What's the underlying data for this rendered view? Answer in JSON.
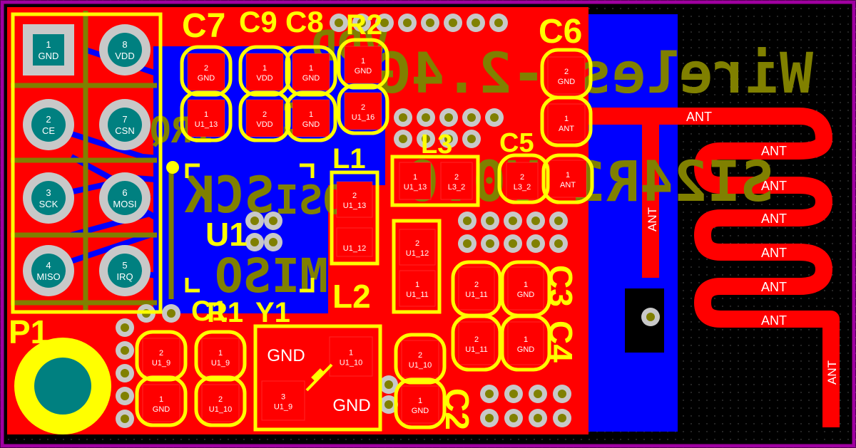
{
  "board_text": {
    "line1": "Wireless-2.4G",
    "line2": "SI24R1 V0.0",
    "ce": "CE",
    "sck": "SCK",
    "mosi": "MOSI",
    "miso": "MISO",
    "irq": "IRQ",
    "vdd": "VDD"
  },
  "designators": {
    "c7": "C7",
    "c9": "C9",
    "c8": "C8",
    "r2": "R2",
    "c6": "C6",
    "c5": "C5",
    "l3": "L3",
    "l1": "L1",
    "u1": "U1",
    "l2": "L2",
    "c3": "C3",
    "c4": "C4",
    "c1": "C1",
    "r1": "R1",
    "y1": "Y1",
    "c2": "C2",
    "p1": "P1"
  },
  "header_pins": [
    {
      "num": "1",
      "name": "GND"
    },
    {
      "num": "8",
      "name": "VDD"
    },
    {
      "num": "2",
      "name": "CE"
    },
    {
      "num": "7",
      "name": "CSN"
    },
    {
      "num": "3",
      "name": "SCK"
    },
    {
      "num": "6",
      "name": "MOSI"
    },
    {
      "num": "4",
      "name": "MISO"
    },
    {
      "num": "5",
      "name": "IRQ"
    }
  ],
  "pad_labels": {
    "c7_top_num": "2",
    "c7_top_net": "GND",
    "c7_bot_num": "1",
    "c7_bot_net": "U1_13",
    "c9_top_num": "1",
    "c9_top_net": "VDD",
    "c9_bot_num": "2",
    "c9_bot_net": "VDD",
    "c8_top_num": "1",
    "c8_top_net": "GND",
    "c8_bot_num": "1",
    "c8_bot_net": "GND",
    "r2_top_num": "1",
    "r2_top_net": "GND",
    "r2_bot_num": "2",
    "r2_bot_net": "U1_16",
    "c6_top_num": "2",
    "c6_top_net": "GND",
    "c6_bot_num": "1",
    "c6_bot_net": "ANT",
    "c5_a_num": "1",
    "c5_a_net": "ANT",
    "l3_a_num": "1",
    "l3_a_net": "U1_13",
    "l3_b_num": "2",
    "l3_b_net": "L3_2",
    "c5_b_num": "2",
    "c5_b_net": "L3_2",
    "l1_top_num": "2",
    "l1_top_net": "U1_13",
    "l1_bot_net": "U1_12",
    "l2_top_num": "2",
    "l2_top_net": "U1_12",
    "l2_bot_num": "1",
    "l2_bot_net": "U1_11",
    "c3_top_num": "2",
    "c3_top_net": "U1_11",
    "c3_gnd_num": "1",
    "c3_gnd_net": "GND",
    "c4_top_num": "2",
    "c4_top_net": "U1_11",
    "c4_gnd_num": "1",
    "c4_gnd_net": "GND",
    "c1_top_num": "2",
    "c1_top_net": "U1_9",
    "c1_bot_num": "1",
    "c1_bot_net": "GND",
    "r1_top_num": "1",
    "r1_top_net": "U1_9",
    "r1_bot_num": "2",
    "r1_bot_net": "U1_10",
    "y1_gnd1": "GND",
    "y1_p1_num": "1",
    "y1_p1_net": "U1_10",
    "y1_p3_num": "3",
    "y1_p3_net": "U1_9",
    "y1_gnd2": "GND",
    "c2_top_num": "2",
    "c2_top_net": "U1_10",
    "c2_bot_num": "1",
    "c2_bot_net": "GND"
  },
  "ant_labels": [
    "ANT",
    "ANT",
    "ANT",
    "ANT",
    "ANT",
    "ANT",
    "ANT",
    "ANT",
    "ANT"
  ],
  "colors": {
    "board": "#000000",
    "outline": "#A000A0",
    "top_copper": "#FF0000",
    "bottom_copper": "#0000FF",
    "silkscreen": "#FFFF00",
    "bottom_silk": "#808000",
    "pad_hole": "#008080",
    "via_ring": "#C8C8C8"
  }
}
